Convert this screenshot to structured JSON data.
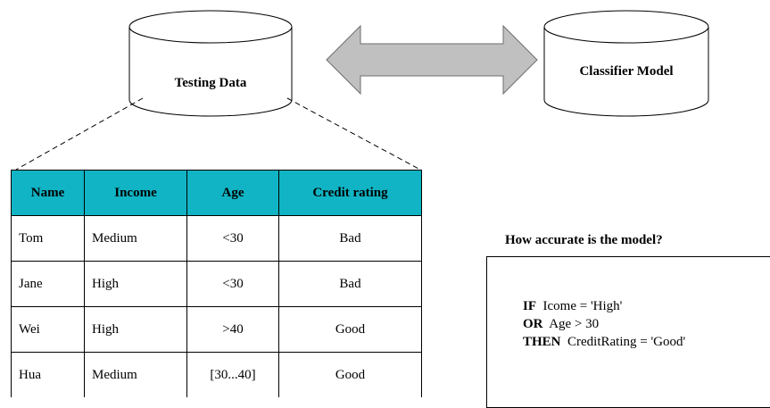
{
  "databases": {
    "testing": {
      "label": "Testing Data"
    },
    "classifier": {
      "label": "Classifier Model"
    }
  },
  "table": {
    "headers": [
      "Name",
      "Income",
      "Age",
      "Credit rating"
    ],
    "header_color": "#10b4c4",
    "rows": [
      [
        "Tom",
        "Medium",
        "<30",
        "Bad"
      ],
      [
        "Jane",
        "High",
        "<30",
        "Bad"
      ],
      [
        "Wei",
        "High",
        ">40",
        "Good"
      ],
      [
        "Hua",
        "Medium",
        "[30...40]",
        "Good"
      ]
    ]
  },
  "question": "How accurate is the model?",
  "rule": {
    "lines": [
      {
        "keyword": "IF",
        "text": "Icome = 'High'"
      },
      {
        "keyword": "OR",
        "text": "Age > 30"
      },
      {
        "keyword": "THEN",
        "text": "CreditRating = 'Good'"
      }
    ]
  },
  "colors": {
    "arrow_fill": "#c0c0c0",
    "header_fill": "#10b4c4"
  },
  "icons": [
    "database-cylinder",
    "double-headed-arrow"
  ]
}
